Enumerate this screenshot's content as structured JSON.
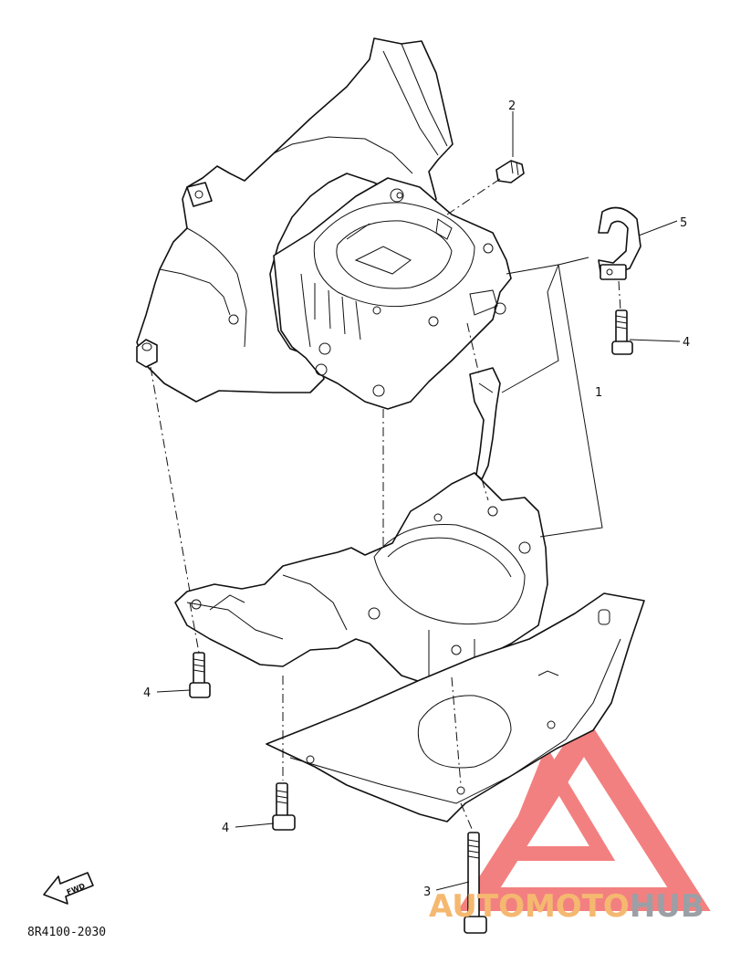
{
  "diagram": {
    "code": "8R4100-2030",
    "fwd_label": "FWD",
    "callouts": {
      "c1": "1",
      "c2": "2",
      "c3": "3",
      "c4a": "4",
      "c4b": "4",
      "c4c": "4",
      "c5": "5"
    }
  },
  "watermark": {
    "word_orange": "AUTOMOTO",
    "word_gray": "HUB",
    "color_red": "#f26a6a",
    "color_orange": "#f5b870",
    "color_gray": "#9aa0a6"
  }
}
